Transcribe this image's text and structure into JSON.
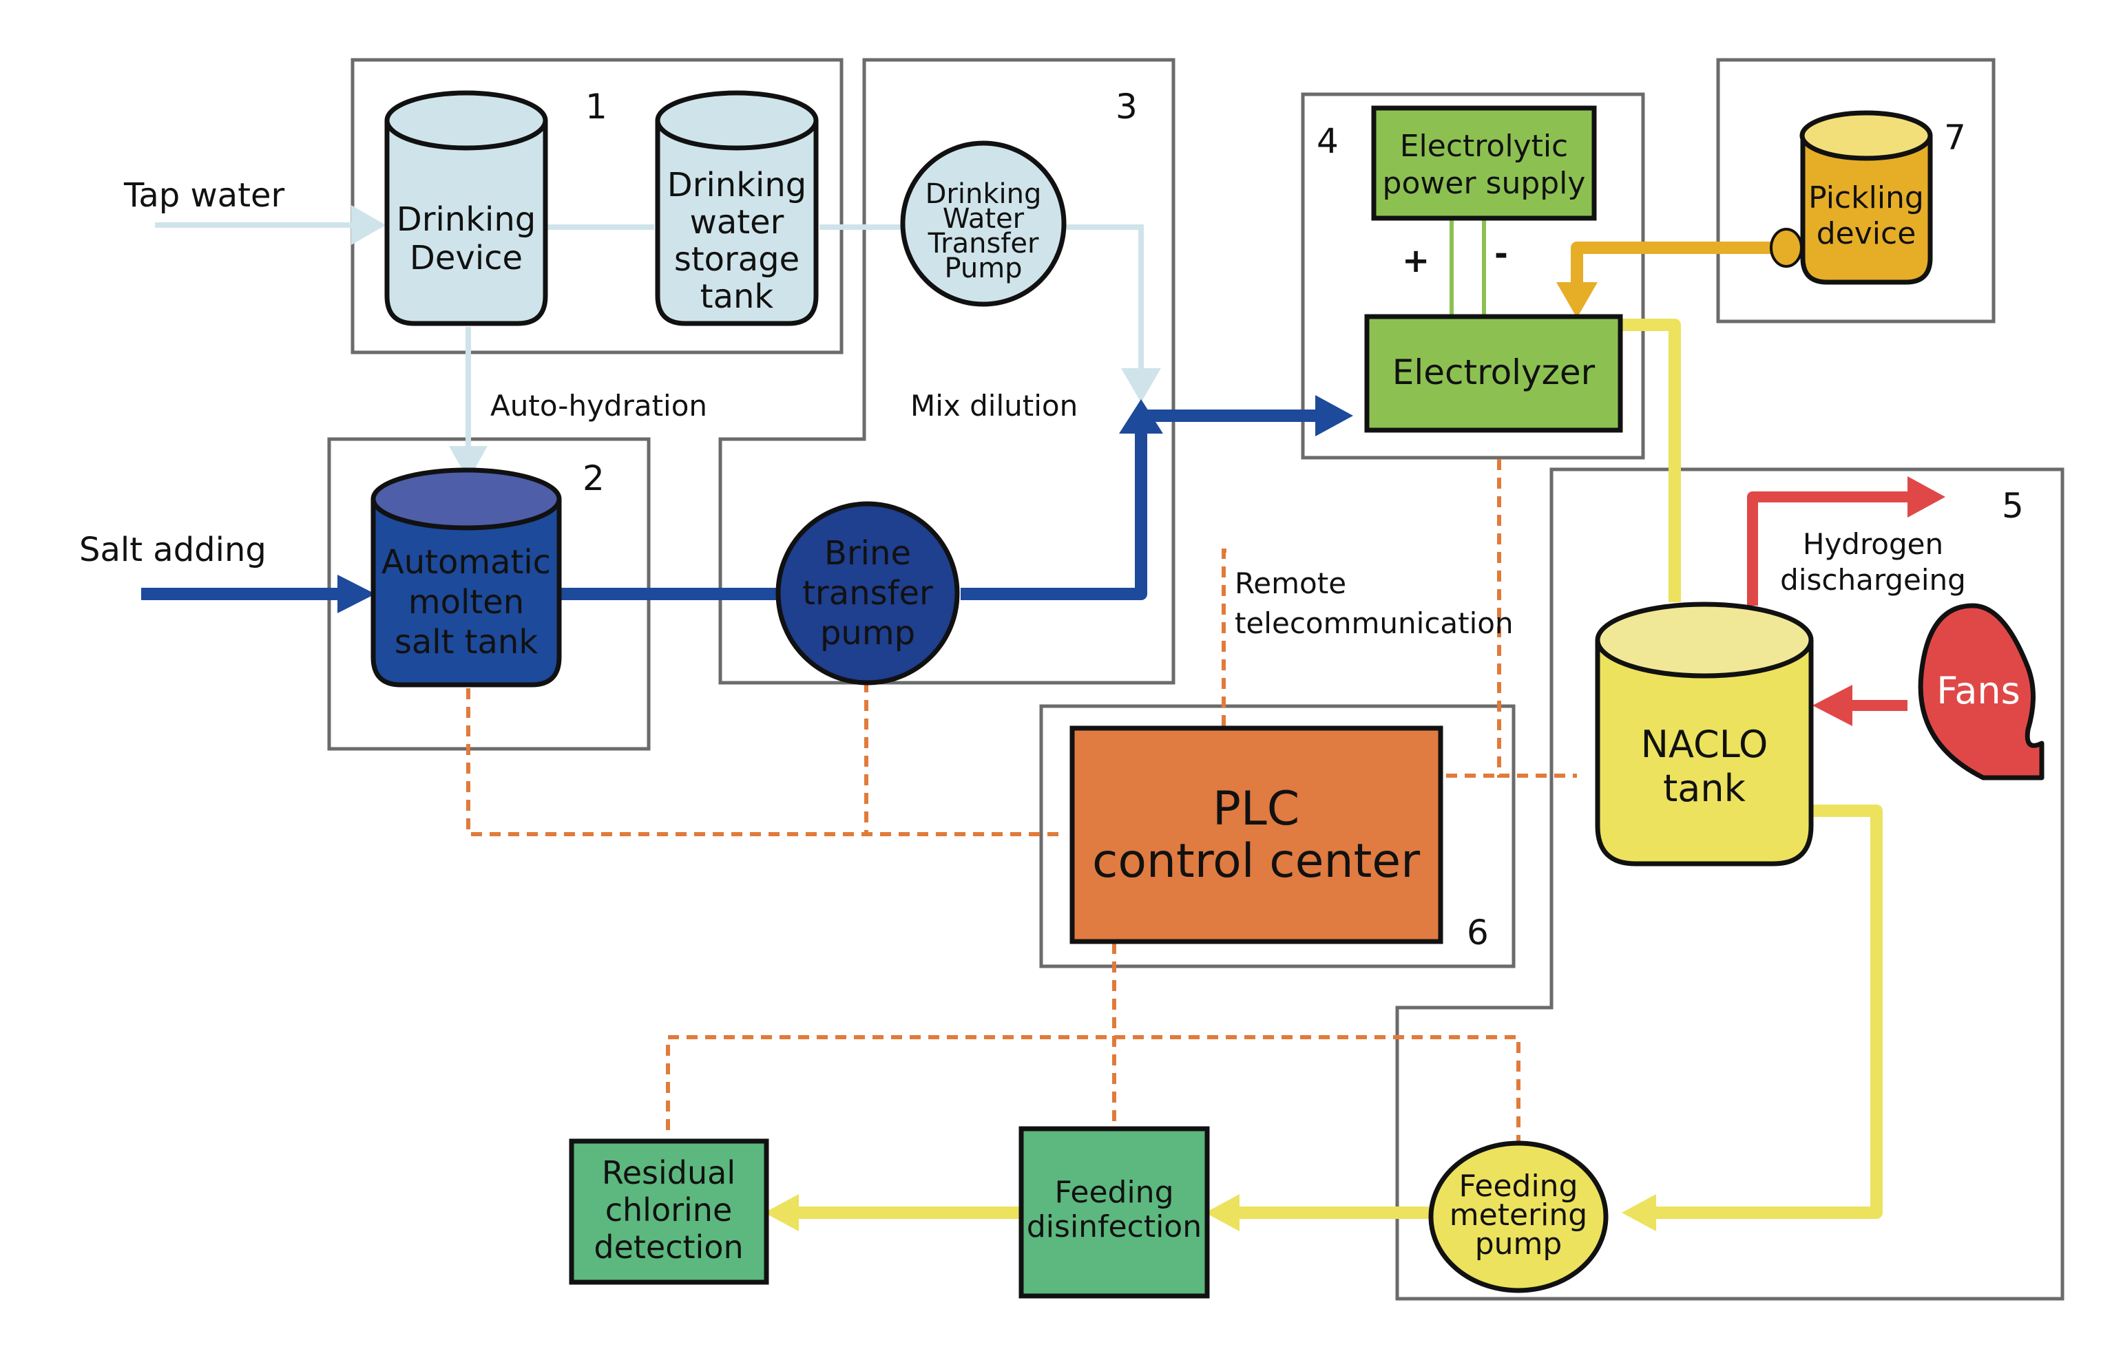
{
  "colors": {
    "tap_water": "#cfe4ea",
    "salt_blue": "#1d4a9a",
    "brine_dark": "#1f3f8f",
    "naclo_yellow": "#ece25e",
    "pickling_gold": "#e6ad27",
    "signal_orange": "#e07b3a",
    "plc_orange": "#e07b41",
    "hydrogen_red": "#e04848",
    "power_green": "#8cc152",
    "feed_green": "#5cb87e",
    "frame_gray": "#6b6b6b"
  },
  "groups": {
    "g1": "1",
    "g2": "2",
    "g3": "3",
    "g4": "4",
    "g5": "5",
    "g6": "6",
    "g7": "7"
  },
  "inputs": {
    "tap_water": "Tap water",
    "salt_adding": "Salt adding"
  },
  "components": {
    "drinking_device": [
      "Drinking",
      "Device"
    ],
    "storage_tank": [
      "Drinking",
      "water",
      "storage",
      "tank"
    ],
    "transfer_pump": [
      "Drinking",
      "Water",
      "Transfer",
      "Pump"
    ],
    "molten_salt_tank": [
      "Automatic",
      "molten",
      "salt tank"
    ],
    "brine_pump": [
      "Brine",
      "transfer",
      "pump"
    ],
    "power_supply": [
      "Electrolytic",
      "power supply"
    ],
    "electrolyzer": "Electrolyzer",
    "pickling_device": [
      "Pickling",
      "device"
    ],
    "naclo_tank": [
      "NACLO",
      "tank"
    ],
    "fans": "Fans",
    "plc": [
      "PLC",
      "control center"
    ],
    "metering_pump": [
      "Feeding",
      "metering",
      "pump"
    ],
    "feeding_disinfection": [
      "Feeding",
      "disinfection"
    ],
    "residual_chlorine": [
      "Residual",
      "chlorine",
      "detection"
    ]
  },
  "annotations": {
    "auto_hydration": "Auto-hydration",
    "mix_dilution": "Mix dilution",
    "remote": [
      "Remote",
      "telecommunication"
    ],
    "hydrogen": [
      "Hydrogen",
      "dischargeing"
    ],
    "plus": "+",
    "minus": "-"
  }
}
